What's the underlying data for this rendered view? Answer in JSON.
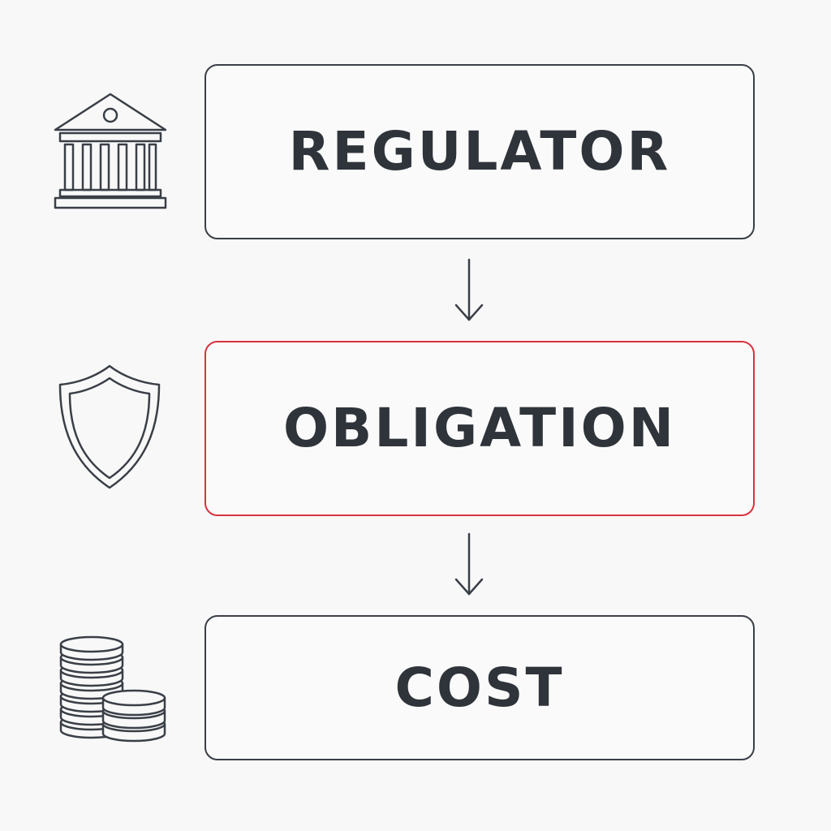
{
  "diagram": {
    "steps": [
      {
        "label": "REGULATOR",
        "icon": "bank-building-icon"
      },
      {
        "label": "OBLIGATION",
        "icon": "shield-icon",
        "highlight_color": "#d8333f"
      },
      {
        "label": "COST",
        "icon": "coin-stack-icon"
      }
    ],
    "colors": {
      "outline": "#3a3f47",
      "text": "#2f343b",
      "accent": "#d8333f",
      "background": "#f8f8f8"
    }
  }
}
